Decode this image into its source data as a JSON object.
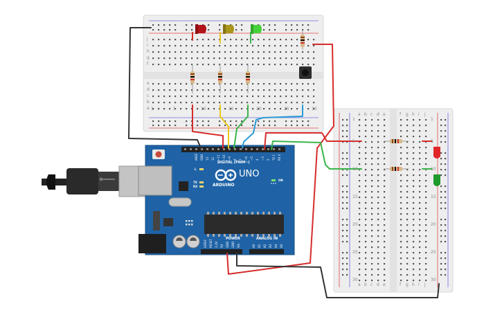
{
  "arduino": {
    "brand": "ARDUINO",
    "model": "UNO",
    "digital_header": "DIGITAL (PWM~)",
    "power_header": "POWER",
    "analog_header": "ANALOG IN",
    "on_label": "ON",
    "tx_label": "TX",
    "rx_label": "RX",
    "l_label": "L",
    "aref_label": "AREF",
    "gnd_label": "GND",
    "pins_digital": [
      "13",
      "12",
      "~11",
      "~10",
      "~9",
      "8",
      "7",
      "~6",
      "~5",
      "4",
      "~3",
      "2",
      "TX 1",
      "RX 0"
    ],
    "pins_power": [
      "IOREF",
      "RESET",
      "3.3V",
      "5V",
      "GND",
      "GND",
      "Vin"
    ],
    "pins_analog": [
      "A0",
      "A1",
      "A2",
      "A3",
      "A4",
      "A5"
    ]
  },
  "top_breadboard": {
    "row_letters_top": [
      "j",
      "i",
      "h",
      "g",
      "f"
    ],
    "row_letters_bottom": [
      "e",
      "d",
      "c",
      "b",
      "a"
    ],
    "columns": [
      "1",
      "5",
      "10",
      "15",
      "20",
      "25",
      "30"
    ]
  },
  "right_breadboard": {
    "col_letters": [
      "a",
      "b",
      "c",
      "d",
      "e",
      "f",
      "g",
      "h",
      "i",
      "j"
    ],
    "rows": [
      "1",
      "5",
      "10",
      "15",
      "20",
      "25",
      "30"
    ]
  },
  "components": {
    "leds_top": [
      {
        "color_name": "red",
        "color": "#b3141a"
      },
      {
        "color_name": "yellow",
        "color": "#a8971a"
      },
      {
        "color_name": "green",
        "color": "#46d33a"
      }
    ],
    "leds_right": [
      {
        "color_name": "red",
        "color": "#e1262a"
      },
      {
        "color_name": "green",
        "color": "#1f9a2d"
      }
    ],
    "button": "push-button"
  },
  "colors": {
    "board_blue": "#1f63a6",
    "breadboard": "#eeeeee",
    "wire_black": "#333333",
    "wire_red": "#d62b2b",
    "wire_yellow": "#e8c81a",
    "wire_green": "#3ab54a",
    "wire_blue": "#2a9bd6",
    "usb_black": "#222222"
  }
}
